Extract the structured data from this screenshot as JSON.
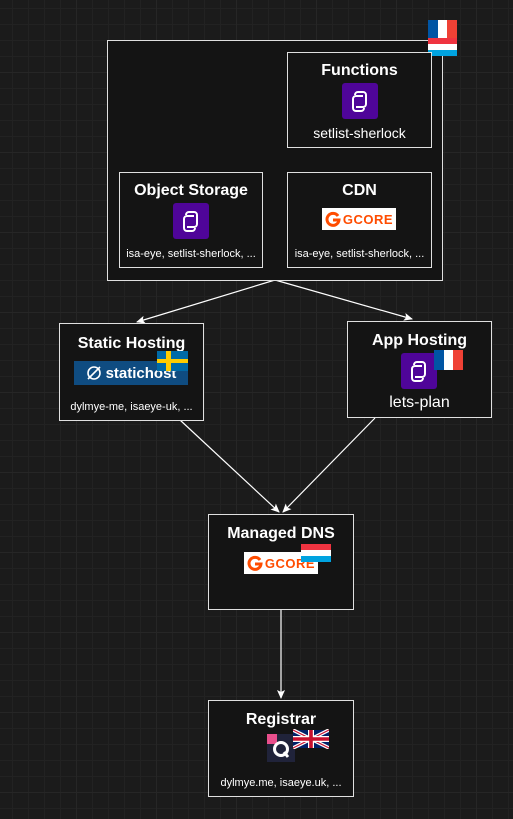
{
  "nodes": {
    "functions": {
      "title": "Functions",
      "sub": "setlist-sherlock"
    },
    "object_storage": {
      "title": "Object Storage",
      "sub": "isa-eye, setlist-sherlock, ..."
    },
    "cdn": {
      "title": "CDN",
      "sub": "isa-eye, setlist-sherlock, ..."
    },
    "static_hosting": {
      "title": "Static Hosting",
      "sub": "dylmye-me, isaeye-uk, ..."
    },
    "app_hosting": {
      "title": "App Hosting",
      "sub": "lets-plan"
    },
    "managed_dns": {
      "title": "Managed DNS"
    },
    "registrar": {
      "title": "Registrar",
      "sub": "dylmye.me, isaeye.uk, ..."
    }
  },
  "logos": {
    "gcore": "GCORE",
    "statichost": "statichost"
  },
  "icons": {
    "scaleway": "scaleway-icon",
    "gcore": "gcore-logo",
    "statichost": "statichost-logo",
    "registrar": "qboxmail-icon",
    "flag_france": "france-flag-icon",
    "flag_luxembourg": "luxembourg-flag-icon",
    "flag_sweden": "sweden-flag-icon",
    "flag_uk": "uk-flag-icon"
  },
  "colors": {
    "scaleway_purple": "#4f0599",
    "gcore_orange": "#ff4c00",
    "statichost_blue": "#0f4c81",
    "edge": "#ffffff"
  }
}
